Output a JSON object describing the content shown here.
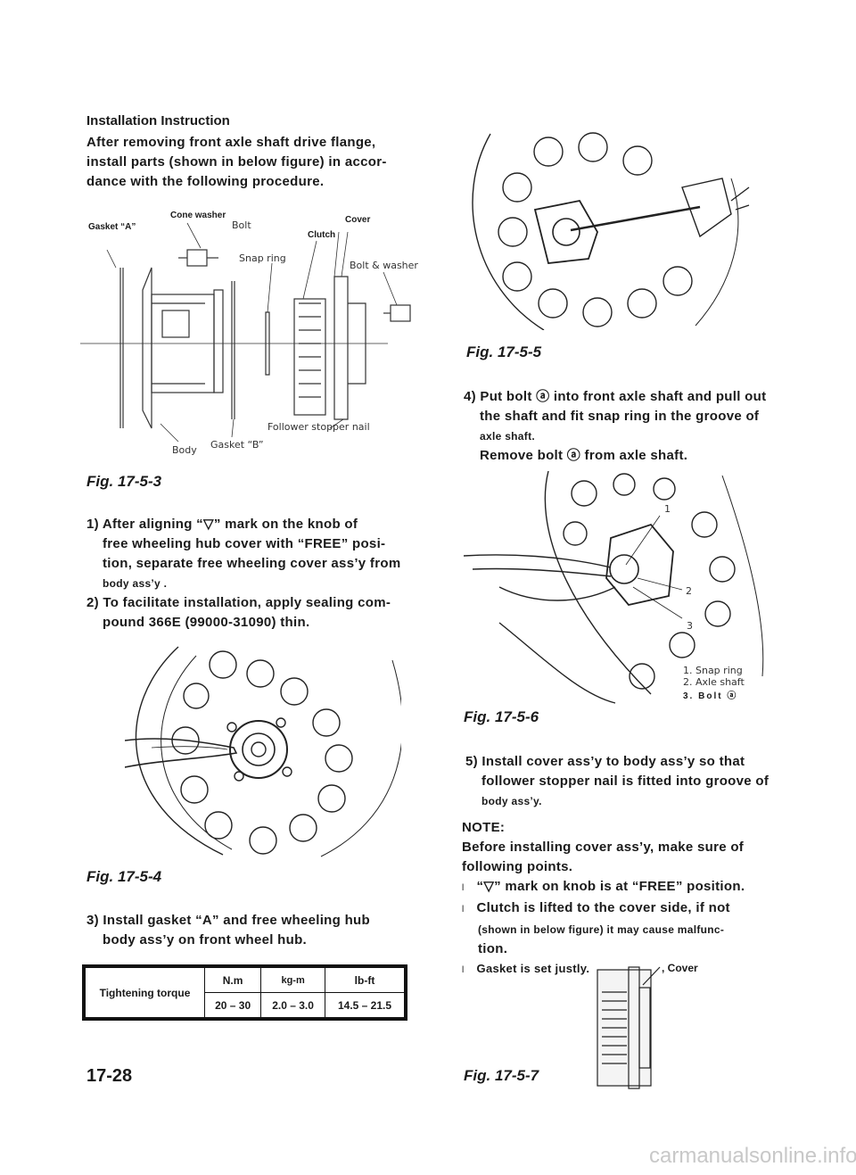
{
  "header": {
    "section_title": "Installation Instruction",
    "intro": [
      "After removing front axle shaft drive flange,",
      "install parts (shown in below figure) in accor-",
      "dance with the following procedure."
    ]
  },
  "fig3": {
    "caption": "Fig. 17-5-3",
    "labels": {
      "gasket_a": "Gasket “A”",
      "cone_washer": "Cone washer",
      "bolt": "Bolt",
      "cover": "Cover",
      "clutch": "Clutch",
      "snap_ring": "Snap ring",
      "bolt_washer": "Bolt & washer",
      "follower": "Follower stopper nail",
      "body": "Body",
      "gasket_b": "Gasket “B”"
    }
  },
  "steps_left": {
    "s1": [
      "1) After aligning “▽” mark on the knob of",
      "free wheeling hub cover with “FREE” posi-",
      "tion, separate free wheeling cover ass’y from",
      "body ass’y ."
    ],
    "s2": [
      "2) To facilitate installation, apply sealing com-",
      "pound 366E (99000-31090) thin."
    ],
    "s3": [
      "3) Install gasket “A” and free wheeling hub",
      "body ass’y on front wheel hub."
    ]
  },
  "fig4": {
    "caption": "Fig. 17-5-4"
  },
  "torque": {
    "row_label": "Tightening torque",
    "units": [
      "N.m",
      "kg-m",
      "lb-ft"
    ],
    "values": [
      "20 – 30",
      "2.0 – 3.0",
      "14.5 – 21.5"
    ]
  },
  "page_number": "17-28",
  "fig5": {
    "caption": "Fig. 17-5-5"
  },
  "step4": [
    "4) Put bolt ⓐ into front axle shaft and pull out",
    "the shaft and fit snap ring in the groove of",
    "axle shaft.",
    "Remove bolt ⓐ from axle shaft."
  ],
  "fig6": {
    "caption": "Fig. 17-5-6",
    "legend": [
      "1. Snap ring",
      "2. Axle shaft",
      "3. Bolt ⓐ"
    ],
    "callouts": [
      "1",
      "2",
      "3"
    ]
  },
  "step5": [
    "5) Install cover ass’y to body ass’y so that",
    "follower stopper nail is fitted into groove of",
    "body ass’y."
  ],
  "note": {
    "title": "NOTE:",
    "lines": [
      "Before installing cover ass’y, make sure of",
      "following points."
    ],
    "bullets": [
      "“▽” mark on knob is at “FREE” position.",
      "Clutch is lifted to the cover side, if not",
      "(shown in below figure) it may cause malfunc-",
      "tion.",
      "Gasket is set justly."
    ],
    "bullet_mark": "l"
  },
  "fig7": {
    "caption": "Fig. 17-5-7",
    "label": ", Cover"
  },
  "watermark": "carmanualsonline.info"
}
